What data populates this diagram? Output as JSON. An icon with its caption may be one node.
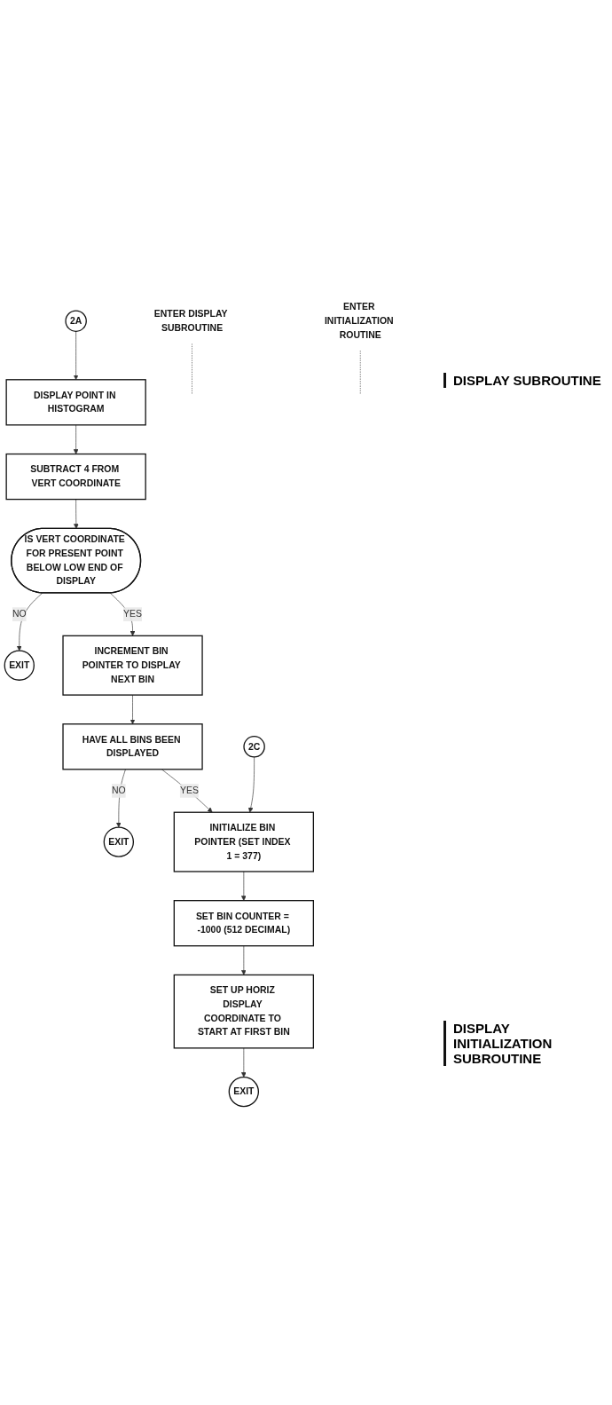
{
  "diagram": {
    "nodes": [
      {
        "text": [
          "2A"
        ]
      },
      {
        "text": [
          "ENTER DISPLAY SUBROUTINE"
        ]
      },
      {
        "text": [
          "DISPLAY POINT IN HISTOGRAM"
        ]
      },
      {
        "text": [
          "SUBTRACT 4 FROM VERT COORDINATE"
        ]
      },
      {
        "text": [
          "IS VERT COORDINATE FOR PRESENT POINT BELOW LOW END OF DISPLAY"
        ]
      },
      {
        "text": [
          "EXIT"
        ]
      },
      {
        "text": [
          "INCREMENT BIN POINTER TO DISPLAY NEXT BIN"
        ]
      },
      {
        "text": [
          "HAVE ALL BINS BEEN DISPLAYED"
        ]
      },
      {
        "text": [
          "EXIT"
        ]
      },
      {
        "text": [
          "2C"
        ]
      },
      {
        "text": [
          "ENTER INITIALIZATION ROUTINE"
        ]
      },
      {
        "text": [
          "INITIALIZE BIN POINTER (SET INDEX 1 = 377)"
        ]
      },
      {
        "text": [
          "SET BIN COUNTER = -1000 (512 DECIMAL)"
        ]
      },
      {
        "text": [
          "SET UP HORIZ DISPLAY COORDINATE TO START AT FIRST BIN"
        ]
      },
      {
        "text": [
          "EXIT"
        ]
      }
    ],
    "edges": [
      {
        "from": 0,
        "to": 2,
        "arrow": "to"
      },
      {
        "from": 1,
        "to": null,
        "arrow": "none",
        "style": "dashed"
      },
      {
        "from": 2,
        "to": 3,
        "arrow": "to"
      },
      {
        "from": 3,
        "to": 4,
        "arrow": "to"
      },
      {
        "from": 4,
        "to": 5,
        "arrow": "to",
        "label": "NO"
      },
      {
        "from": 4,
        "to": 6,
        "arrow": "to",
        "label": "YES"
      },
      {
        "from": 6,
        "to": 7,
        "arrow": "to"
      },
      {
        "from": 7,
        "to": 8,
        "arrow": "to",
        "label": "NO"
      },
      {
        "from": 7,
        "to": 11,
        "arrow": "to",
        "label": "YES"
      },
      {
        "from": 9,
        "to": 11,
        "arrow": "to"
      },
      {
        "from": 10,
        "to": null,
        "arrow": "none",
        "style": "dashed"
      },
      {
        "from": 11,
        "to": 12,
        "arrow": "to"
      },
      {
        "from": 12,
        "to": 13,
        "arrow": "to"
      },
      {
        "from": 13,
        "to": 14,
        "arrow": "to"
      }
    ],
    "labels": [
      "DISPLAY SUBROUTINE",
      "DISPLAY INITIALIZATION SUBROUTINE"
    ]
  }
}
